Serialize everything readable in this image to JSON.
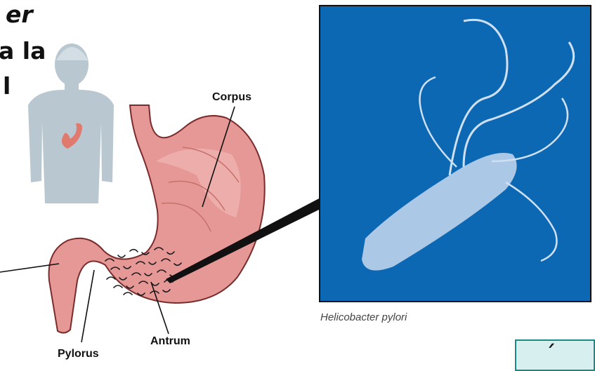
{
  "title_fragments": [
    "er",
    "a la",
    "l"
  ],
  "labels": {
    "corpus": "Corpus",
    "pylorus": "Pylorus",
    "antrum": "Antrum"
  },
  "caption": "Helicobacter pylori",
  "nav_glyph": "´",
  "colors": {
    "stomach_fill": "#e69896",
    "stomach_outline": "#7a2b2b",
    "panel_blue": "#0d68b3",
    "body_figure": "#b9c7d0",
    "nav_border": "#1a8a86",
    "nav_fill": "#d7efee"
  }
}
